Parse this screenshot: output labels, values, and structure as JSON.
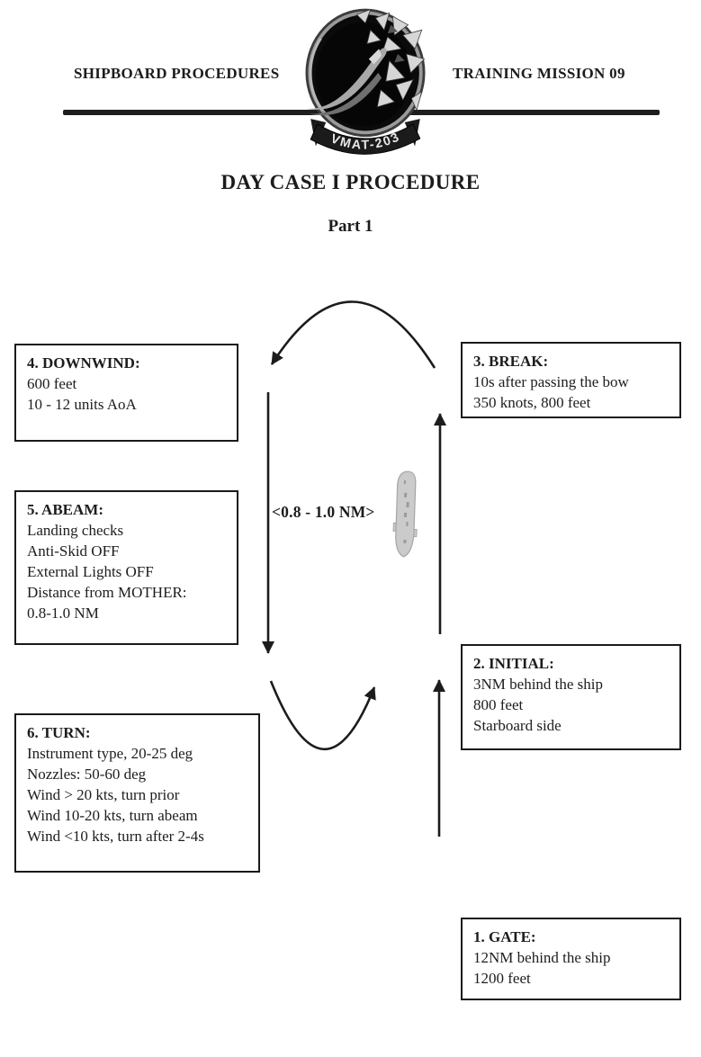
{
  "header": {
    "left_label": "SHIPBOARD PROCEDURES",
    "right_label": "TRAINING MISSION 09",
    "logo_text": "VMAT-203"
  },
  "title": "DAY CASE I PROCEDURE",
  "subtitle": "Part 1",
  "diagram": {
    "distance_label": "<0.8 - 1.0 NM>",
    "ship_icon": "aircraft-carrier-top-view",
    "colors": {
      "ink": "#1c1c1c",
      "ship_fill": "#cbcbcb",
      "ship_outline": "#a5a5a5"
    }
  },
  "boxes": [
    {
      "id": "gate",
      "title": "1. GATE:",
      "lines": [
        "12NM behind the ship",
        "1200 feet"
      ]
    },
    {
      "id": "initial",
      "title": "2. INITIAL:",
      "lines": [
        "3NM behind the ship",
        "800 feet",
        "Starboard side"
      ]
    },
    {
      "id": "break",
      "title": "3. BREAK:",
      "lines": [
        "10s after passing the bow",
        "350 knots, 800 feet"
      ]
    },
    {
      "id": "downwind",
      "title": "4. DOWNWIND:",
      "lines": [
        "600 feet",
        "10 - 12 units AoA"
      ]
    },
    {
      "id": "abeam",
      "title": "5. ABEAM:",
      "lines": [
        "Landing checks",
        "Anti-Skid OFF",
        "External Lights OFF",
        "Distance from MOTHER:",
        "0.8-1.0 NM"
      ]
    },
    {
      "id": "turn",
      "title": "6. TURN:",
      "lines": [
        "Instrument type, 20-25 deg",
        "Nozzles: 50-60 deg",
        "Wind > 20 kts, turn prior",
        "Wind 10-20 kts, turn abeam",
        "Wind <10 kts, turn after 2-4s"
      ]
    }
  ]
}
